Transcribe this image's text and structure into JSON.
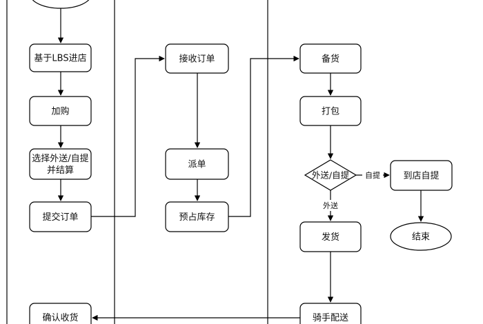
{
  "nodes": {
    "start_customer": "",
    "lbs_store": "基于LBS进店",
    "add_cart": "加购",
    "choose_line1": "选择外送/自提",
    "choose_line2": "并结算",
    "submit_order": "提交订单",
    "confirm_receipt": "确认收货",
    "receive_order": "接收订单",
    "dispatch": "派单",
    "reserve_stock": "预占库存",
    "prepare_goods": "备货",
    "pack": "打包",
    "decision": "外送/自提",
    "store_pickup": "到店自提",
    "end": "结束",
    "ship": "发货",
    "rider_delivery": "骑手配送"
  },
  "edge_labels": {
    "self_pickup": "自提",
    "delivery": "外送"
  }
}
